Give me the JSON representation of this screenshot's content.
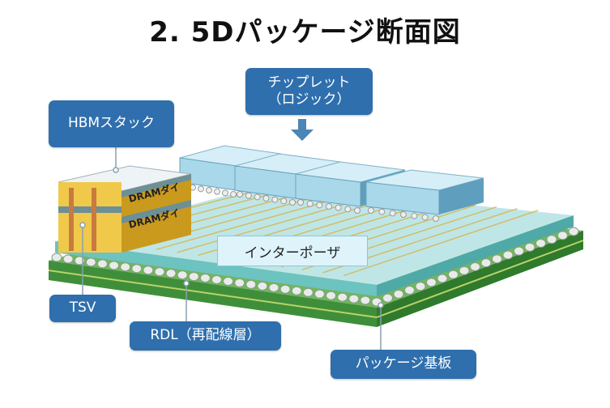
{
  "title": "2. 5Dパッケージ断面図",
  "labels": {
    "hbm_stack": "HBMスタック",
    "chiplet_line1": "チップレット",
    "chiplet_line2": "（ロジック）",
    "dram_die_1": "DRAMダイ",
    "dram_die_2": "DRAMダイ",
    "interposer": "インターポーザ",
    "tsv": "TSV",
    "rdl": "RDL（再配線層）",
    "package_substrate": "パッケージ基板"
  },
  "colors": {
    "label_bg": "#2f6fad",
    "substrate": "#3f8f3a",
    "interposer": "#7fd0cf",
    "chiplet": "#a9d8ea",
    "dram": "#e8c13a",
    "trace": "#d8b24a"
  }
}
